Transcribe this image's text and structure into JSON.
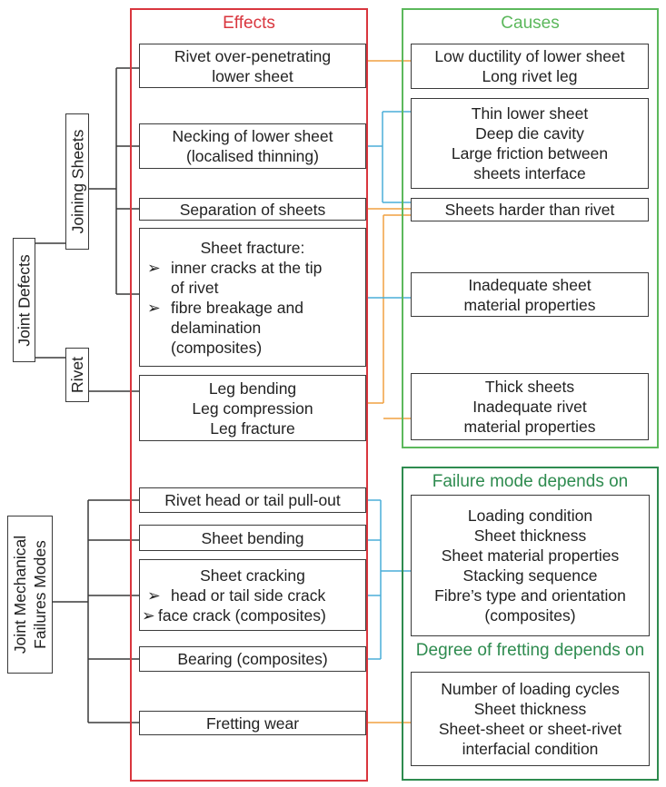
{
  "colors": {
    "effects_frame": "#d9363e",
    "causes_frame": "#5cb85c",
    "depends_frame": "#2e8b4f",
    "connector_orange": "#f0a040",
    "connector_blue": "#4aaed9",
    "tree_line": "#3a3a3a"
  },
  "effects": {
    "title": "Effects",
    "items": [
      {
        "lines": [
          "Rivet over-penetrating",
          "lower sheet"
        ]
      },
      {
        "lines": [
          "Necking of lower sheet",
          "(localised thinning)"
        ]
      },
      {
        "lines": [
          "Separation of sheets"
        ]
      },
      {
        "title": "Sheet fracture:",
        "bullets": [
          {
            "marker": "➢",
            "lines": [
              "inner cracks at the tip",
              "of rivet"
            ]
          },
          {
            "marker": "➢",
            "lines": [
              "fibre breakage and",
              "delamination",
              "(composites)"
            ]
          }
        ]
      },
      {
        "lines": [
          "Leg bending",
          "Leg compression",
          "Leg fracture"
        ]
      },
      {
        "lines": [
          "Rivet head or tail pull-out"
        ]
      },
      {
        "lines": [
          "Sheet bending"
        ]
      },
      {
        "title": "Sheet cracking",
        "bullets": [
          {
            "marker": "➢",
            "lines": [
              "head or tail side crack"
            ]
          },
          {
            "marker": "➢",
            "lines": [
              "face crack (composites)"
            ]
          }
        ]
      },
      {
        "lines": [
          "Bearing (composites)"
        ]
      },
      {
        "lines": [
          "Fretting wear"
        ]
      }
    ]
  },
  "causes": {
    "title": "Causes",
    "items": [
      {
        "lines": [
          "Low ductility of lower sheet",
          "Long rivet leg"
        ]
      },
      {
        "lines": [
          "Thin lower sheet",
          "Deep die cavity",
          "Large friction between",
          "sheets interface"
        ]
      },
      {
        "lines": [
          "Sheets harder than rivet"
        ]
      },
      {
        "lines": [
          "Inadequate sheet",
          "material properties"
        ]
      },
      {
        "lines": [
          "Thick sheets",
          "Inadequate rivet",
          "material properties"
        ]
      }
    ]
  },
  "depends": {
    "failure_title": "Failure mode depends on",
    "failure_lines": [
      "Loading condition",
      "Sheet thickness",
      "Sheet material properties",
      "Stacking sequence",
      "Fibre’s type and orientation",
      "(composites)"
    ],
    "fretting_title": "Degree of fretting depends on",
    "fretting_lines": [
      "Number of loading cycles",
      "Sheet thickness",
      "Sheet-sheet or sheet-rivet",
      "interfacial condition"
    ]
  },
  "tree": {
    "joint_defects": "Joint Defects",
    "joining_sheets": "Joining Sheets",
    "rivet": "Rivet",
    "mechanical_failures": [
      "Joint Mechanical",
      "Failures Modes"
    ]
  }
}
